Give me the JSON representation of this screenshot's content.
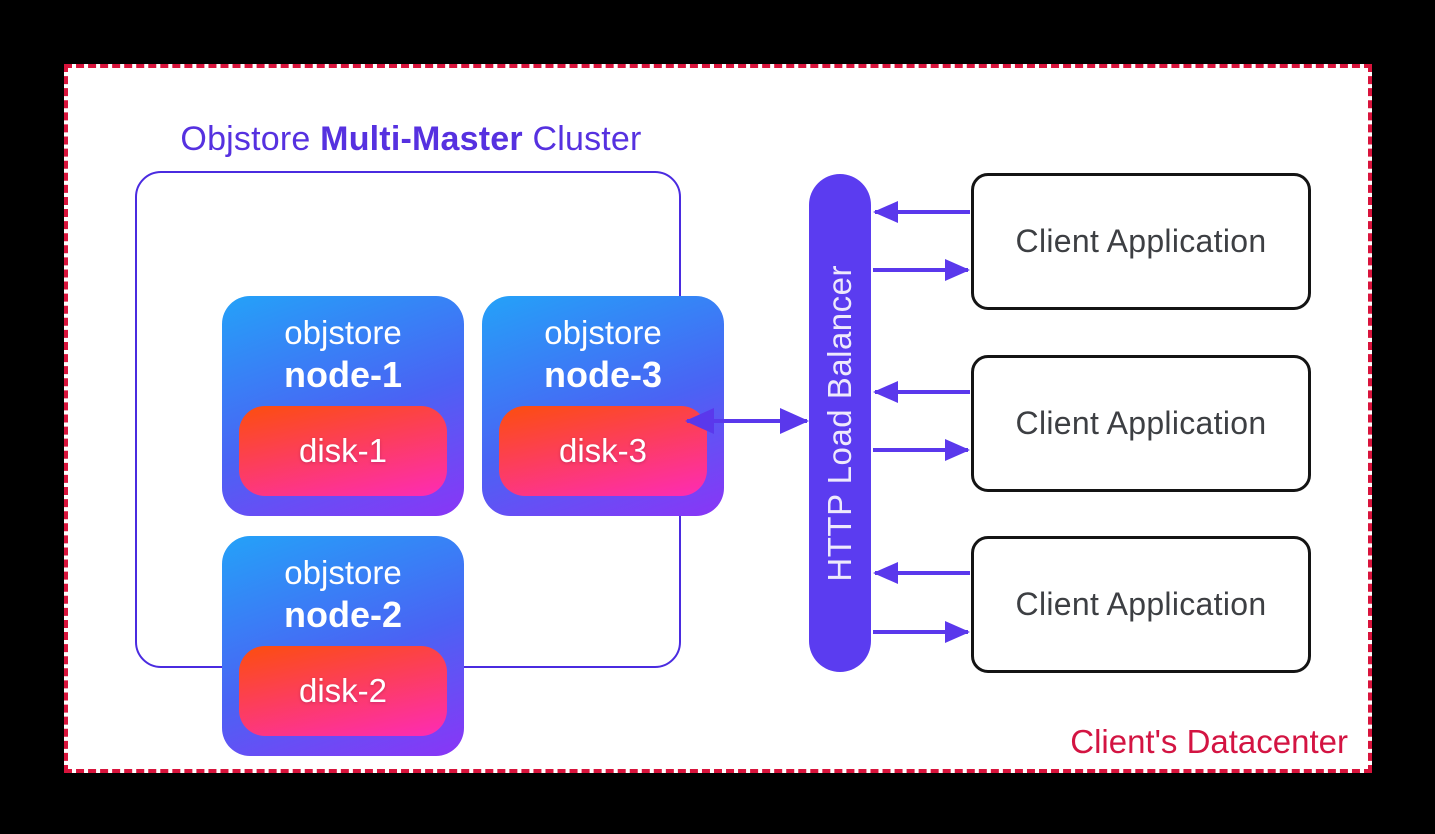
{
  "title": {
    "prefix": "Objstore ",
    "bold": "Multi-Master",
    "suffix": " Cluster"
  },
  "cluster": {
    "nodes": [
      {
        "role": "objstore",
        "name": "node-1",
        "disk": "disk-1"
      },
      {
        "role": "objstore",
        "name": "node-3",
        "disk": "disk-3"
      },
      {
        "role": "objstore",
        "name": "node-2",
        "disk": "disk-2"
      }
    ]
  },
  "load_balancer": {
    "label": "HTTP Load Balancer"
  },
  "clients": [
    {
      "label": "Client Application"
    },
    {
      "label": "Client Application"
    },
    {
      "label": "Client Application"
    }
  ],
  "datacenter_label": "Client's Datacenter",
  "colors": {
    "load_balancer_fill": "#5b3cf0",
    "arrow_purple": "#5a38ec",
    "cluster_border": "#4a2be0",
    "title_text": "#5631e0",
    "datacenter_red": "#d31442",
    "datacenter_border_red": "#d8143c",
    "node_gradient_top": "#24a2f8",
    "node_gradient_bottom": "#8a35f6",
    "disk_gradient_top": "#fc4c16",
    "disk_gradient_bottom": "#fd2dad",
    "client_border": "#141414",
    "client_text": "#3d3f43",
    "canvas_background": "#ffffff",
    "page_background": "#000000"
  }
}
